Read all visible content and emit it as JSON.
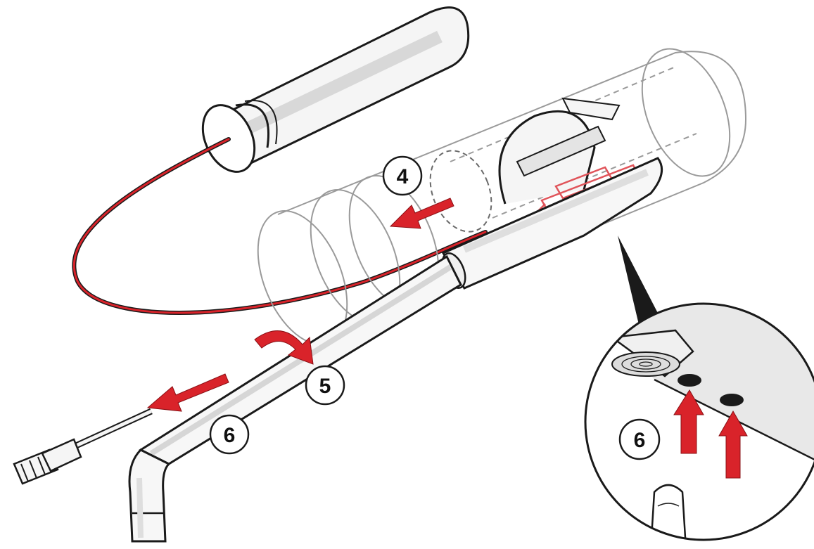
{
  "colors": {
    "outline": "#1a1a1a",
    "body_fill": "#f7f7f7",
    "body_shade": "#dcdcdc",
    "accent_red": "#d9232a",
    "ghost_line": "#9a9a9a",
    "pcb_red": "#e0545a",
    "callout_fill": "#ececec"
  },
  "steps": {
    "step_4": "4",
    "step_5": "5",
    "step_6_main": "6",
    "step_6_detail": "6"
  },
  "icons": {
    "arrow_pull_out": "arrow-left-icon",
    "arrow_rotate": "rotate-arrow-icon",
    "arrow_push_up": "arrow-up-icon"
  }
}
